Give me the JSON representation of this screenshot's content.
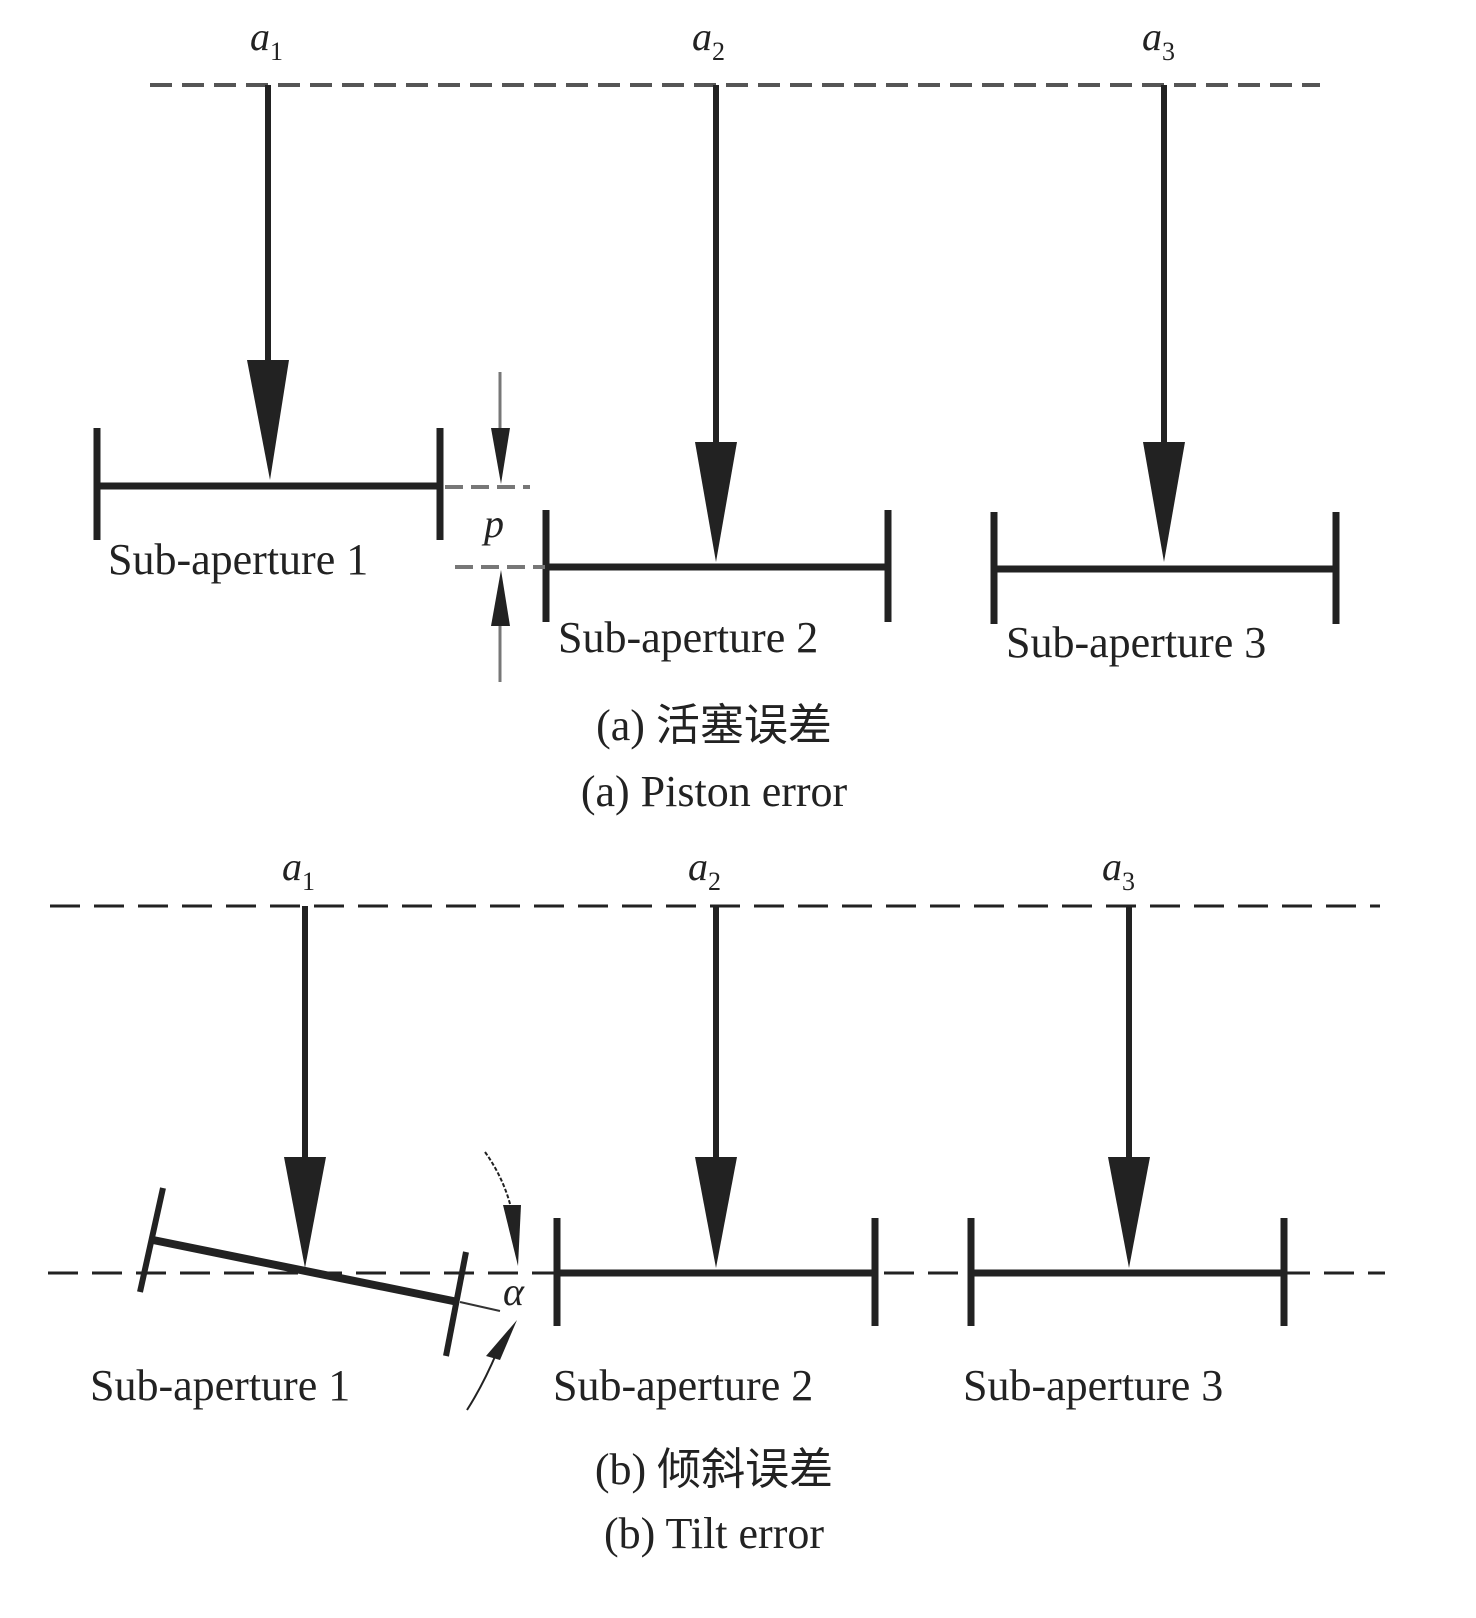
{
  "panel_a": {
    "beam_labels": [
      {
        "base": "a",
        "sub": "1"
      },
      {
        "base": "a",
        "sub": "2"
      },
      {
        "base": "a",
        "sub": "3"
      }
    ],
    "sub_aperture_labels": [
      "Sub-aperture 1",
      "Sub-aperture 2",
      "Sub-aperture 3"
    ],
    "offset_symbol": "p",
    "caption_cn": "(a) 活塞误差",
    "caption_en": "(a) Piston error"
  },
  "panel_b": {
    "beam_labels": [
      {
        "base": "a",
        "sub": "1"
      },
      {
        "base": "a",
        "sub": "2"
      },
      {
        "base": "a",
        "sub": "3"
      }
    ],
    "sub_aperture_labels": [
      "Sub-aperture 1",
      "Sub-aperture 2",
      "Sub-aperture 3"
    ],
    "angle_symbol": "α",
    "caption_cn": "(b) 倾斜误差",
    "caption_en": "(b) Tilt error"
  },
  "colors": {
    "stroke": "#222222",
    "dashed": "#555555"
  }
}
